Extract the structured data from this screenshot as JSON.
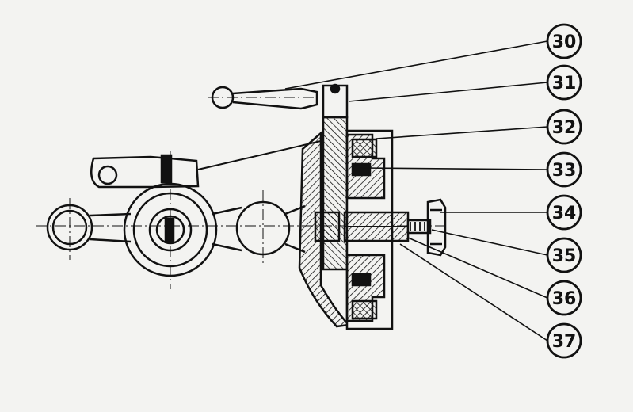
{
  "callouts": [
    {
      "id": "30",
      "label": "30"
    },
    {
      "id": "31",
      "label": "31"
    },
    {
      "id": "32",
      "label": "32"
    },
    {
      "id": "33",
      "label": "33"
    },
    {
      "id": "34",
      "label": "34"
    },
    {
      "id": "35",
      "label": "35"
    },
    {
      "id": "36",
      "label": "36"
    },
    {
      "id": "37",
      "label": "37"
    }
  ],
  "colors": {
    "ink": "#111111",
    "paper": "#f3f3f1"
  }
}
